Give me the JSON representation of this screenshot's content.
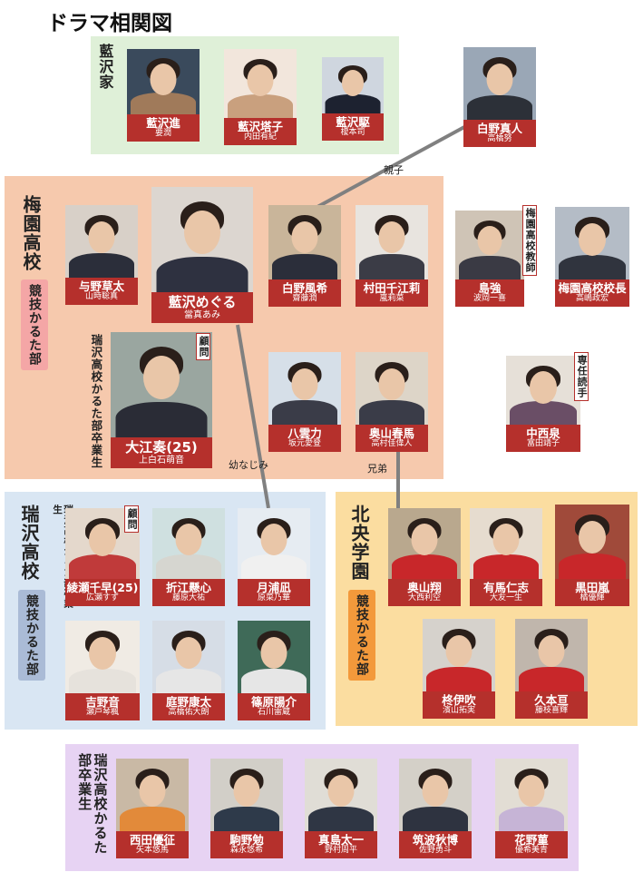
{
  "title": "ドラマ相関図",
  "groups": {
    "aizawa": {
      "label": "藍沢家",
      "color": "#dff0d8"
    },
    "baien": {
      "label": "梅園高校",
      "club": "競技かるた部",
      "color": "#f6c9ad",
      "club_color": "#f4a6a6"
    },
    "zuisawa": {
      "label": "瑞沢高校",
      "club": "競技かるた部",
      "color": "#d9e6f3",
      "club_color": "#aabbd6"
    },
    "hokuou": {
      "label": "北央学園",
      "club": "競技かるた部",
      "color": "#fbdda0",
      "club_color": "#f3993b"
    },
    "alumni": {
      "label": "瑞沢高校かるた部卒業生",
      "color": "#e7d3f3"
    }
  },
  "side_labels": {
    "oe_alumni": "瑞沢高校かるた部卒業生",
    "ayase_alumni": "瑞沢高校かるた部卒業生"
  },
  "badges": {
    "oe": "顧問",
    "ayase": "顧問",
    "shima": "梅園高校教師",
    "nakanishi": "専任読手"
  },
  "relations": {
    "oyako": "親子",
    "osananajimi": "幼なじみ",
    "kyoudai": "兄弟"
  },
  "people": [
    {
      "id": "aizawa_susumu",
      "role": "藍沢進",
      "actor": "要潤"
    },
    {
      "id": "aizawa_touko",
      "role": "藍沢塔子",
      "actor": "内田有紀"
    },
    {
      "id": "aizawa_kakeru",
      "role": "藍沢駆",
      "actor": "榎本司"
    },
    {
      "id": "shirano_masato",
      "role": "白野真人",
      "actor": "高橋努"
    },
    {
      "id": "yono_souta",
      "role": "与野草太",
      "actor": "山時聡真"
    },
    {
      "id": "aizawa_meguru",
      "role": "藍沢めぐる",
      "actor": "當真あみ"
    },
    {
      "id": "shirano_fuuki",
      "role": "白野風希",
      "actor": "齋藤潤"
    },
    {
      "id": "murata_chieri",
      "role": "村田千江莉",
      "actor": "嵐莉菜"
    },
    {
      "id": "shima_tsuyoshi",
      "role": "島強",
      "actor": "波岡一喜"
    },
    {
      "id": "baien_principal",
      "role": "梅園高校校長",
      "actor": "高嶋政宏"
    },
    {
      "id": "oe_kanade",
      "role": "大江奏(25)",
      "actor": "上白石萌音"
    },
    {
      "id": "yakumo_chikara",
      "role": "八雲力",
      "actor": "坂元愛登"
    },
    {
      "id": "okuyama_haruma",
      "role": "奥山春馬",
      "actor": "高村佳偉人"
    },
    {
      "id": "nakanishi_izumi",
      "role": "中西泉",
      "actor": "富田靖子"
    },
    {
      "id": "ayase_chihaya",
      "role": "綾瀬千早(25)",
      "actor": "広瀬すず"
    },
    {
      "id": "orie_kokoro",
      "role": "折江懸心",
      "actor": "藤原大祐"
    },
    {
      "id": "tsukiura_nagi",
      "role": "月浦凪",
      "actor": "原菜乃華"
    },
    {
      "id": "yoshino_on",
      "role": "吉野音",
      "actor": "瀬戸琴楓"
    },
    {
      "id": "niwano_yasuta",
      "role": "庭野康太",
      "actor": "高橋佑大朗"
    },
    {
      "id": "shinohara_yousuke",
      "role": "篠原陽介",
      "actor": "石川雷蔵"
    },
    {
      "id": "okuyama_shou",
      "role": "奥山翔",
      "actor": "大西利空"
    },
    {
      "id": "arima_hitoshi",
      "role": "有馬仁志",
      "actor": "大友一生"
    },
    {
      "id": "kuroda_arashi",
      "role": "黒田嵐",
      "actor": "橘優輝"
    },
    {
      "id": "hiiragi_ibuki",
      "role": "柊伊吹",
      "actor": "濱山拓実"
    },
    {
      "id": "kumoto_wataru",
      "role": "久本亘",
      "actor": "藤枝喜輝"
    },
    {
      "id": "nishida_yuusei",
      "role": "西田優征",
      "actor": "矢本悠馬"
    },
    {
      "id": "komano_tsutomu",
      "role": "駒野勉",
      "actor": "森永悠希"
    },
    {
      "id": "mashima_taichi",
      "role": "真島太一",
      "actor": "野村周平"
    },
    {
      "id": "tsukuba_akihiro",
      "role": "筑波秋博",
      "actor": "佐野勇斗"
    },
    {
      "id": "hanano_sumire",
      "role": "花野菫",
      "actor": "優希美青"
    }
  ]
}
